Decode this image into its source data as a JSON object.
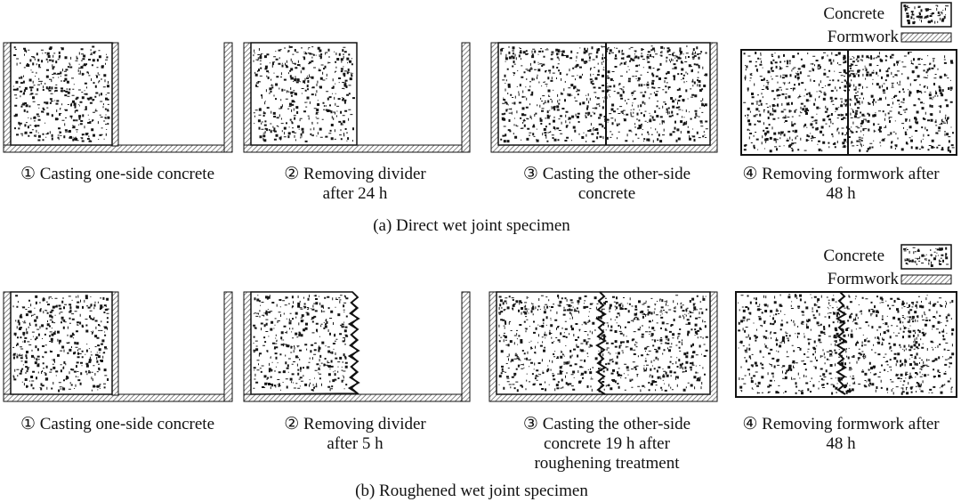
{
  "legend": {
    "concrete": "Concrete",
    "formwork": "Formwork"
  },
  "panel_a": {
    "caption": "(a) Direct wet joint specimen",
    "steps": [
      {
        "line1": "① Casting one-side concrete",
        "line2": ""
      },
      {
        "line1": "② Removing divider",
        "line2": "after 24 h"
      },
      {
        "line1": "③ Casting the other-side",
        "line2": "concrete"
      },
      {
        "line1": "④ Removing formwork after",
        "line2": "48 h"
      }
    ]
  },
  "panel_b": {
    "caption": "(b) Roughened wet joint specimen",
    "steps": [
      {
        "line1": "① Casting one-side concrete",
        "line2": "",
        "line3": ""
      },
      {
        "line1": "② Removing divider",
        "line2": "after 5 h",
        "line3": ""
      },
      {
        "line1": "③ Casting the other-side",
        "line2": "concrete 19 h after",
        "line3": "roughening treatment"
      },
      {
        "line1": "④ Removing formwork after",
        "line2": "48 h",
        "line3": ""
      }
    ]
  }
}
